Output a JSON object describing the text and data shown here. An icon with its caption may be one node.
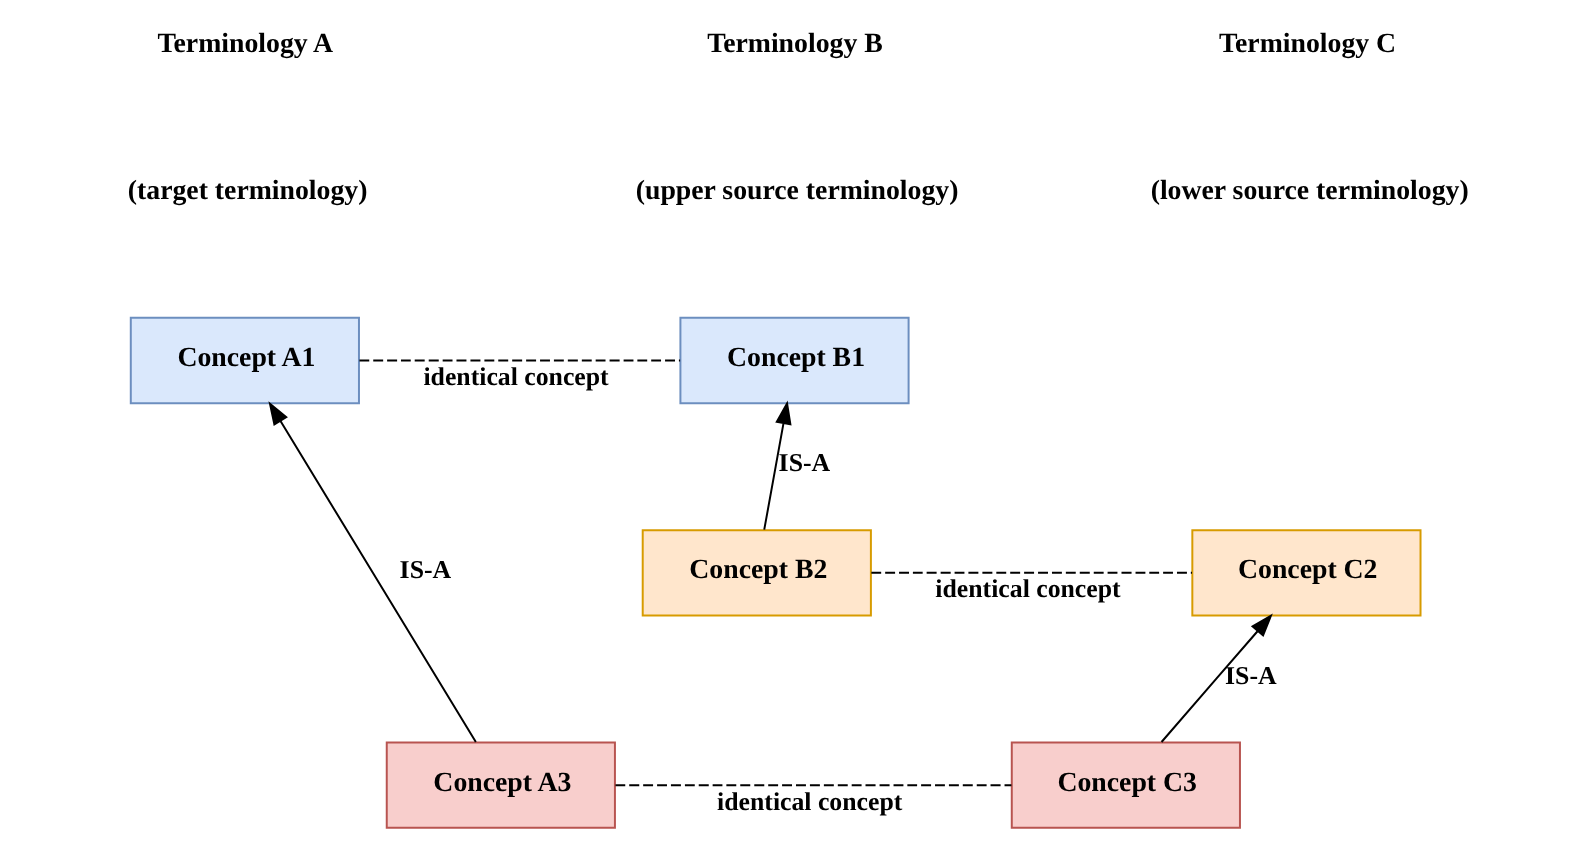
{
  "diagram": {
    "nodes": [
      {
        "text": [
          "Concept A1"
        ]
      },
      {
        "text": [
          "Concept B1"
        ]
      },
      {
        "text": [
          "Concept B2"
        ]
      },
      {
        "text": [
          "Concept C2"
        ]
      },
      {
        "text": [
          "Concept A3"
        ]
      },
      {
        "text": [
          "Concept C3"
        ]
      }
    ],
    "edges": [
      {
        "from": 0,
        "to": 1,
        "arrow": "none",
        "style": "dashed",
        "label": "identical concept"
      },
      {
        "from": 2,
        "to": 1,
        "arrow": "to",
        "label": "IS-A"
      },
      {
        "from": 2,
        "to": 3,
        "arrow": "none",
        "style": "dashed",
        "label": "identical concept"
      },
      {
        "from": 5,
        "to": 3,
        "arrow": "to",
        "label": "IS-A"
      },
      {
        "from": 4,
        "to": 0,
        "arrow": "to",
        "label": "IS-A"
      },
      {
        "from": 4,
        "to": 5,
        "arrow": "none",
        "style": "dashed",
        "label": "identical concept"
      }
    ],
    "labels": [
      "Terminology A",
      "Terminology B",
      "Terminology C",
      "(target terminology)",
      "(upper source terminology)",
      "(lower source terminology)"
    ]
  }
}
